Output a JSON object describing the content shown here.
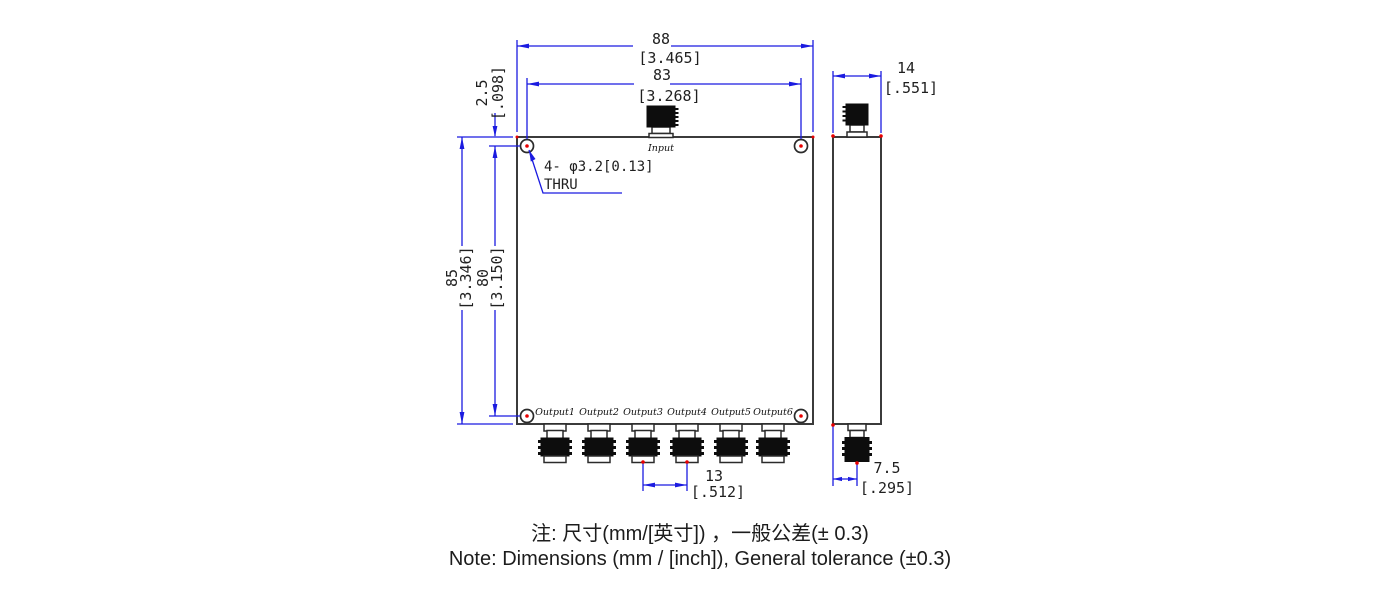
{
  "drawing_type": "dimension-drawing",
  "front_view": {
    "input_label": "Input",
    "output_labels": [
      "Output1",
      "Output2",
      "Output3",
      "Output4",
      "Output5",
      "Output6"
    ],
    "hole_note_line1": "4- φ3.2[0.13]",
    "hole_note_line2": "THRU"
  },
  "dimensions": {
    "overall_width": {
      "mm": "88",
      "inch": "[3.465]"
    },
    "mount_hole_span_x": {
      "mm": "83",
      "inch": "[3.268]"
    },
    "hole_edge_offset": {
      "mm": "2.5",
      "inch": "[.098]"
    },
    "overall_height": {
      "mm": "85",
      "inch": "[3.346]"
    },
    "mount_hole_span_y": {
      "mm": "80",
      "inch": "[3.150]"
    },
    "body_depth": {
      "mm": "14",
      "inch": "[.551]"
    },
    "output_port_pitch": {
      "mm": "13",
      "inch": "[.512]"
    },
    "side_port_offset": {
      "mm": "7.5",
      "inch": "[.295]"
    }
  },
  "notes": {
    "zh": "注: 尺寸(mm/[英寸]) ，一般公差(± 0.3)",
    "en": "Note: Dimensions (mm / [inch]), General tolerance (±0.3)"
  },
  "colors": {
    "dimension_blue": "#1b1be0",
    "outline_dark": "#3b3b3b",
    "marker_red": "#e80000",
    "connector_black": "#0d0d0d"
  }
}
